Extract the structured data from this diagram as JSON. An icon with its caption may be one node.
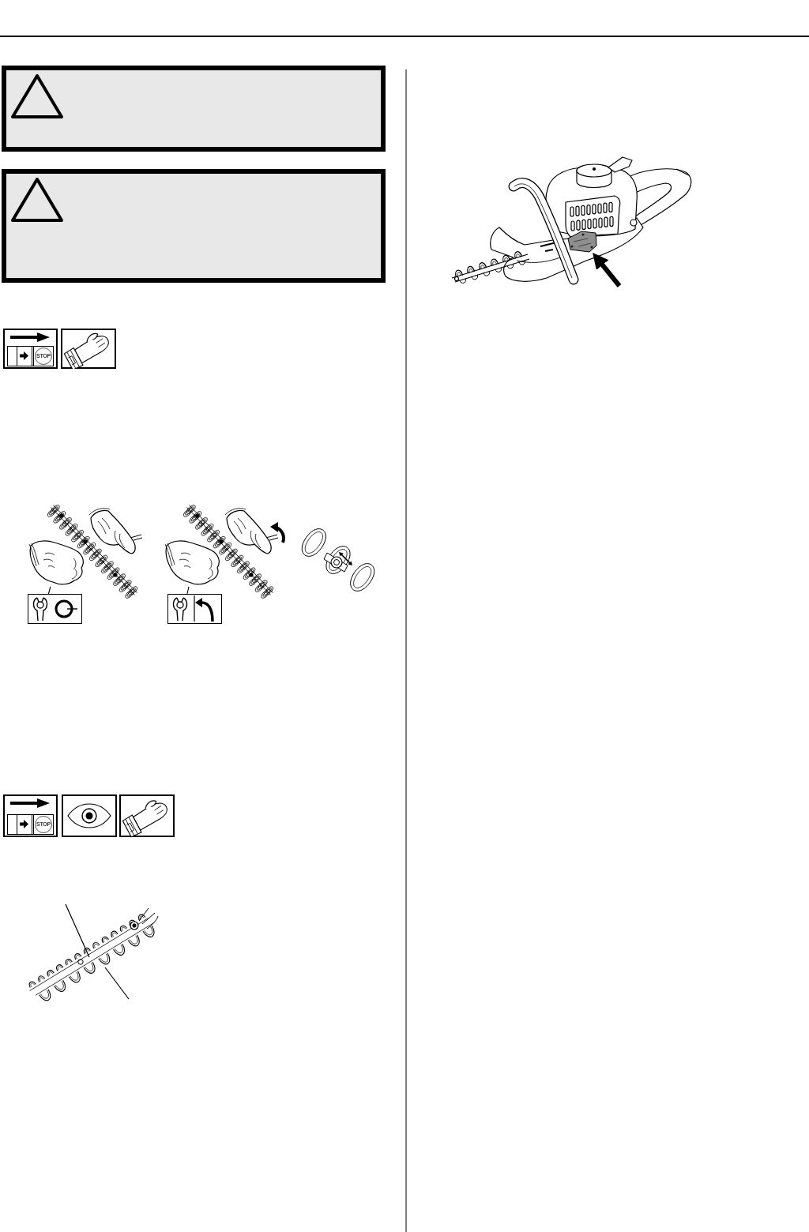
{
  "diagram": {
    "nodes": [
      {
        "text": [],
        "shape": "box"
      },
      {
        "text": [],
        "shape": "box"
      },
      {
        "text": [],
        "shape": "picture"
      },
      {
        "text": [],
        "shape": "box"
      },
      {
        "text": [],
        "shape": "picture"
      },
      {
        "text": [],
        "shape": "box"
      },
      {
        "text": [],
        "shape": "picture"
      }
    ],
    "edges": [
      {
        "from": 3,
        "to": 2,
        "arrow": "none"
      },
      {
        "from": 5,
        "to": 4,
        "arrow": "none"
      },
      {
        "from": null,
        "to": 6,
        "arrow": "to",
        "style": "thick"
      }
    ],
    "labels": [
      "STOP",
      "STOP"
    ]
  }
}
